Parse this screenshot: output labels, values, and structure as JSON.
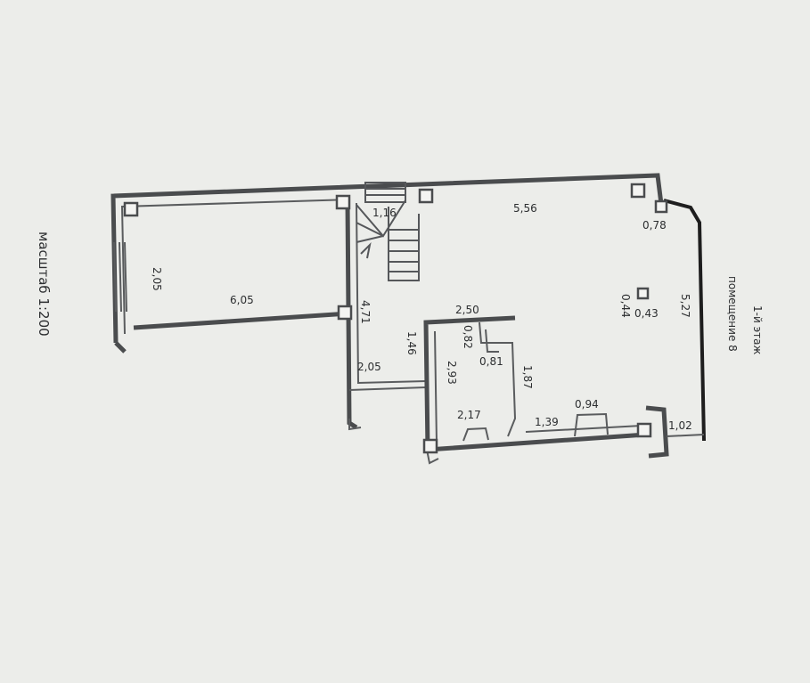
{
  "scale_label": "масштаб 1:200",
  "floor_label": "1-й этаж",
  "room_label": "помещение 8",
  "dimensions": {
    "d_2_05_left": "2,05",
    "d_6_05": "6,05",
    "d_1_16": "1,16",
    "d_5_56": "5,56",
    "d_0_78": "0,78",
    "d_4_71": "4,71",
    "d_2_50": "2,50",
    "d_0_82": "0,82",
    "d_1_46": "1,46",
    "d_0_81": "0,81",
    "d_1_87": "1,87",
    "d_2_93": "2,93",
    "d_2_05_mid": "2,05",
    "d_2_17": "2,17",
    "d_1_39": "1,39",
    "d_0_94": "0,94",
    "d_1_02": "1,02",
    "d_5_27": "5,27",
    "d_0_44": "0,44",
    "d_0_43": "0,43"
  }
}
